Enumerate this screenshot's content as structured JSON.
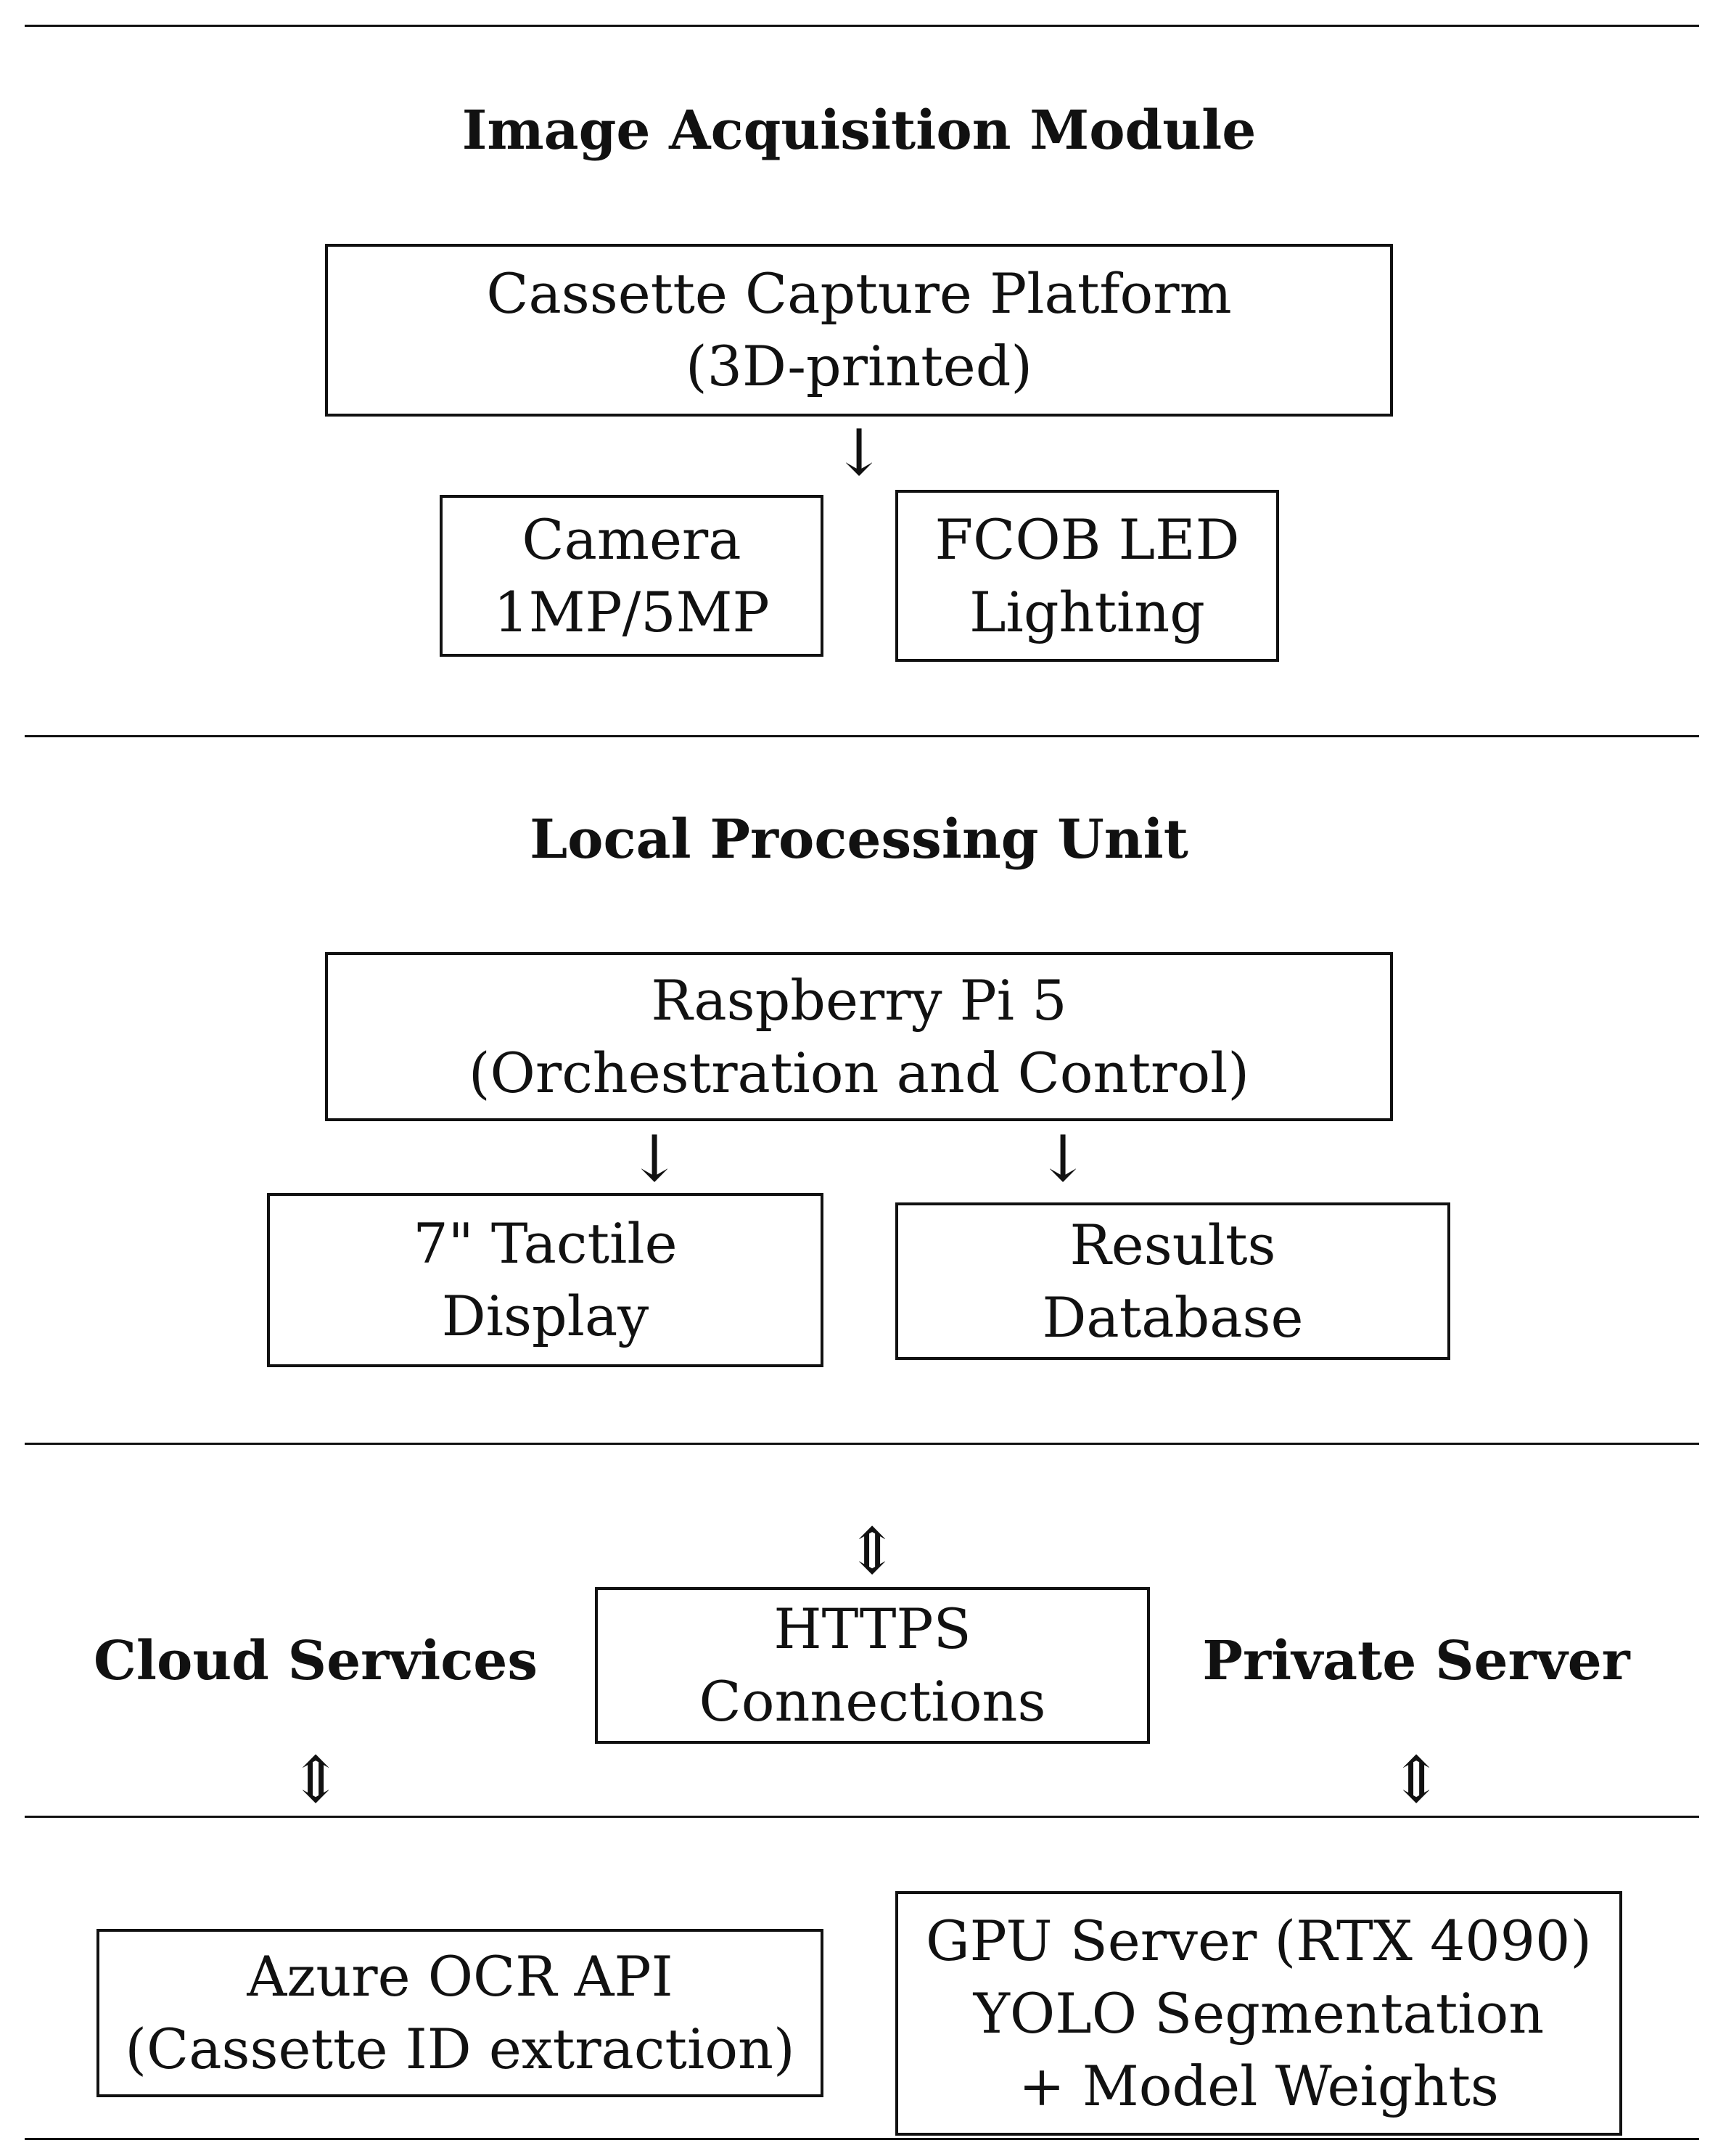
{
  "sections": {
    "image_acquisition": {
      "title": "Image Acquisition Module",
      "platform": {
        "line1": "Cassette Capture Platform",
        "line2": "(3D-printed)"
      },
      "camera": {
        "line1": "Camera",
        "line2": "1MP/5MP"
      },
      "lighting": {
        "line1": "FCOB LED",
        "line2": "Lighting"
      }
    },
    "local_processing": {
      "title": "Local Processing Unit",
      "pi": {
        "line1": "Raspberry Pi 5",
        "line2": "(Orchestration and Control)"
      },
      "display": {
        "line1": "7\" Tactile",
        "line2": "Display"
      },
      "database": {
        "line1": "Results",
        "line2": "Database"
      }
    },
    "connections": {
      "cloud_title": "Cloud Services",
      "private_title": "Private Server",
      "https": {
        "line1": "HTTPS",
        "line2": "Connections"
      }
    },
    "remote": {
      "azure": {
        "line1": "Azure OCR API",
        "line2": "(Cassette ID extraction)"
      },
      "gpu": {
        "line1": "GPU Server (RTX 4090)",
        "line2": "YOLO Segmentation",
        "line3": "+ Model Weights"
      }
    }
  },
  "arrows": {
    "down": "↓",
    "bidirectional": "⇕"
  }
}
